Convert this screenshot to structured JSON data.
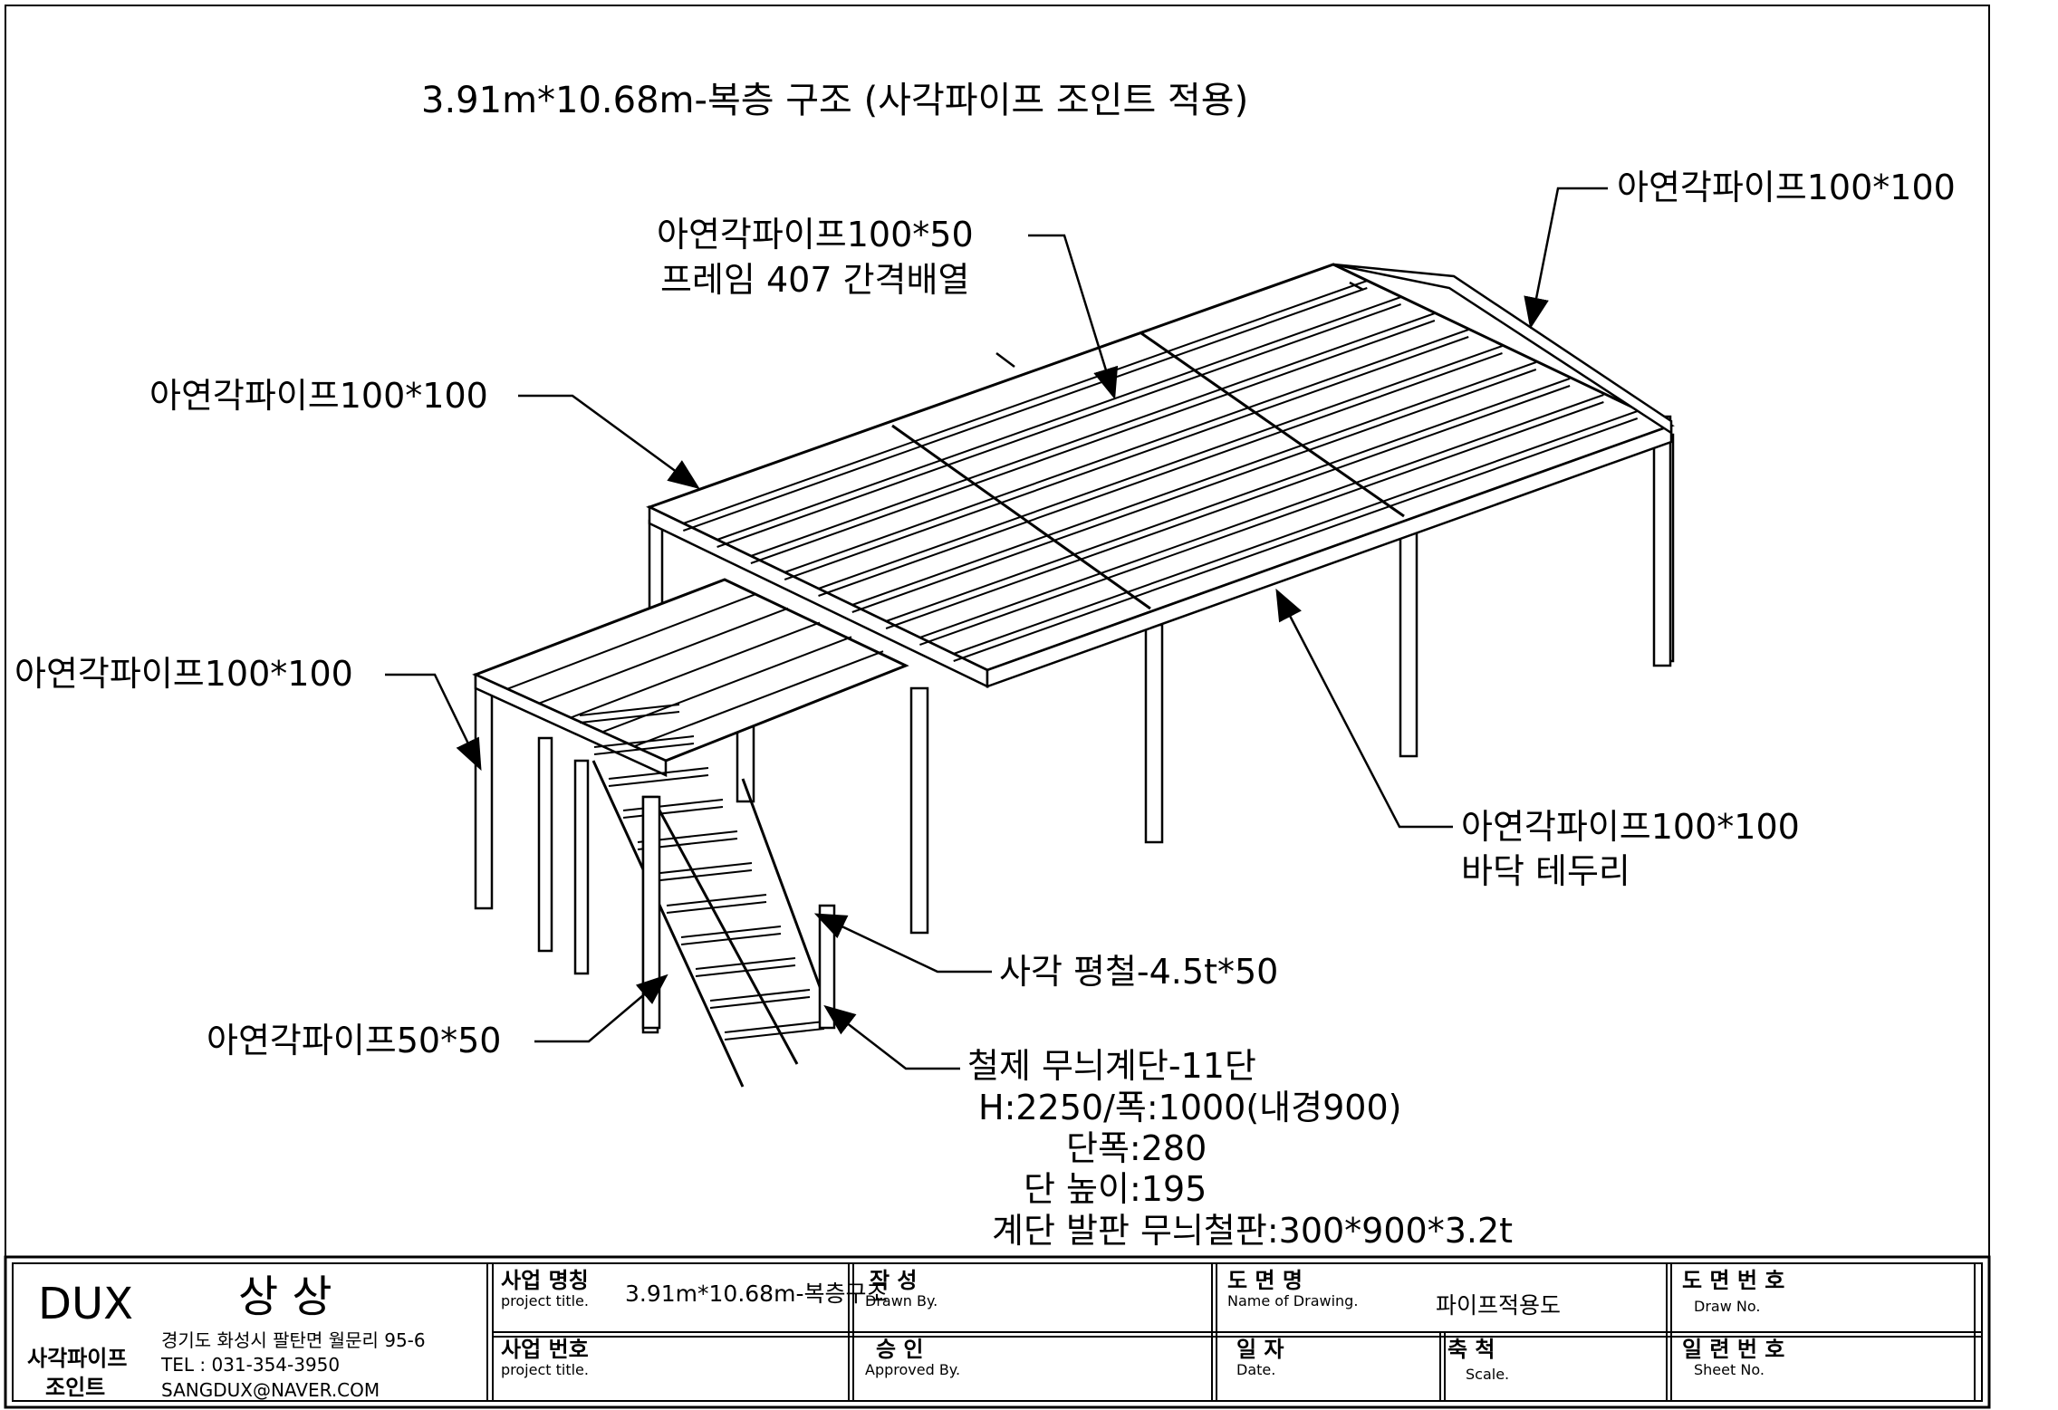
{
  "drawing": {
    "title": "3.91m*10.68m-복층 구조 (사각파이프 조인트 적용)",
    "callouts": {
      "joist": [
        "아연각파이프100*50",
        "프레임 407 간격배열"
      ],
      "top_right_beam": "아연각파이프100*100",
      "left_upper_beam": "아연각파이프100*100",
      "left_lower_beam": "아연각파이프100*100",
      "floor_edge": [
        "아연각파이프100*100",
        "바닥 테두리"
      ],
      "flat_bar": "사각 평철-4.5t*50",
      "post_small": "아연각파이프50*50",
      "stair": [
        "철제 무늬계단-11단",
        "H:2250/폭:1000(내경900)",
        "단폭:280",
        "단 높이:195",
        "계단 발판 무늬철판:300*900*3.2t"
      ]
    }
  },
  "title_block": {
    "company_name": "DUX",
    "company_name2": "상 상",
    "company_sub": [
      "사각파이프",
      "조인트"
    ],
    "address": "경기도 화성시 팔탄면 월문리 95-6",
    "tel": "TEL : 031-354-3950",
    "email": "SANGDUX@NAVER.COM",
    "project_name_label": "사업 명칭",
    "project_name_sub": "project title.",
    "project_name_value": "3.91m*10.68m-복층구조",
    "drawn_label": "작 성",
    "drawn_sub": "Drawn By.",
    "drawing_name_label": "도 면 명",
    "drawing_name_sub": "Name of Drawing.",
    "drawing_name_value": "파이프적용도",
    "drawing_no_label": "도 면 번 호",
    "drawing_no_sub": "Draw No.",
    "project_no_label": "사업 번호",
    "project_no_sub": "project title.",
    "approved_label": "승 인",
    "approved_sub": "Approved By.",
    "date_label": "일 자",
    "date_sub": "Date.",
    "scale_label": "축 척",
    "scale_sub": "Scale.",
    "sheet_no_label": "일 련 번 호",
    "sheet_no_sub": "Sheet No."
  }
}
